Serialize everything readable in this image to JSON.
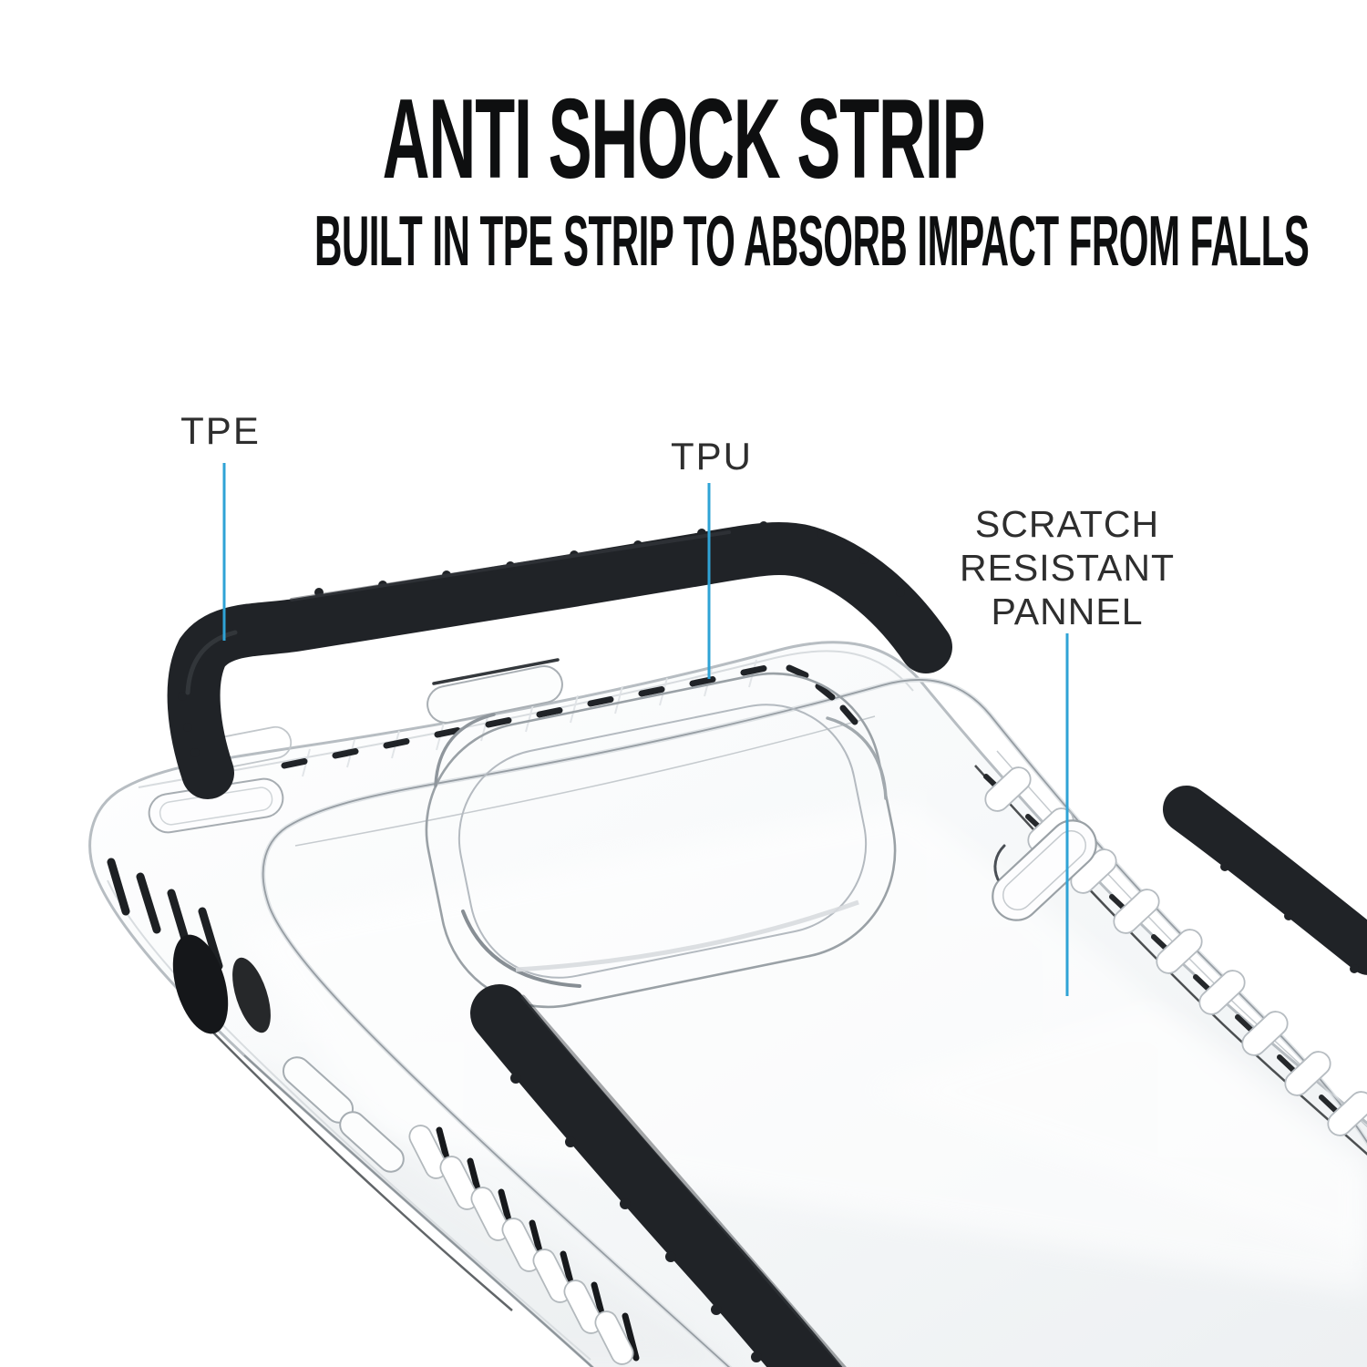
{
  "header": {
    "title": "ANTI SHOCK STRIP",
    "subtitle": "BUILT IN TPE STRIP TO ABSORB IMPACT FROM FALLS"
  },
  "callouts": {
    "tpe": {
      "label": "TPE"
    },
    "tpu": {
      "label": "TPU"
    },
    "scratch_panel": {
      "label": "SCRATCH RESISTANT PANNEL",
      "lines": [
        "SCRATCH",
        "RESISTANT",
        "PANNEL"
      ]
    }
  },
  "colors": {
    "accent_blue": "#2FA3D6",
    "strip_black": "#202327",
    "strip_bevel": "#3a3e43",
    "outline_gray": "#9AA1A6",
    "title_black": "#0E0F10",
    "label_gray": "#2E2E2E",
    "background": "#FFFFFF"
  }
}
